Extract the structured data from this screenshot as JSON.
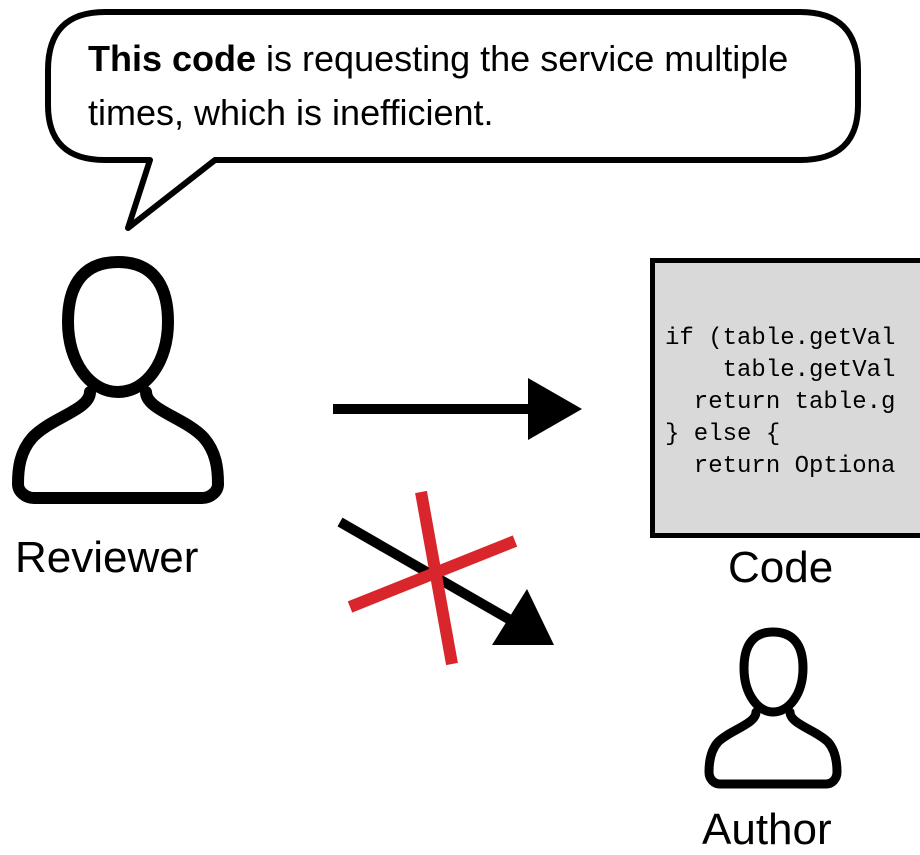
{
  "speech_bubble": {
    "text_bold": "This code",
    "text_rest": " is requesting the service multiple times, which is inefficient."
  },
  "reviewer": {
    "label": "Reviewer"
  },
  "code_panel": {
    "label": "Code",
    "lines": [
      "if (table.getVal",
      "    table.getVal",
      "  return table.g",
      "} else {",
      "  return Optiona"
    ]
  },
  "author": {
    "label": "Author"
  },
  "colors": {
    "stroke": "#000000",
    "code_background": "#d9d9d9",
    "cross_mark": "#d9262c"
  },
  "icons": {
    "reviewer": "person-outline-icon",
    "author": "person-outline-icon",
    "blocked_arrow": "red-x-cross-icon"
  }
}
